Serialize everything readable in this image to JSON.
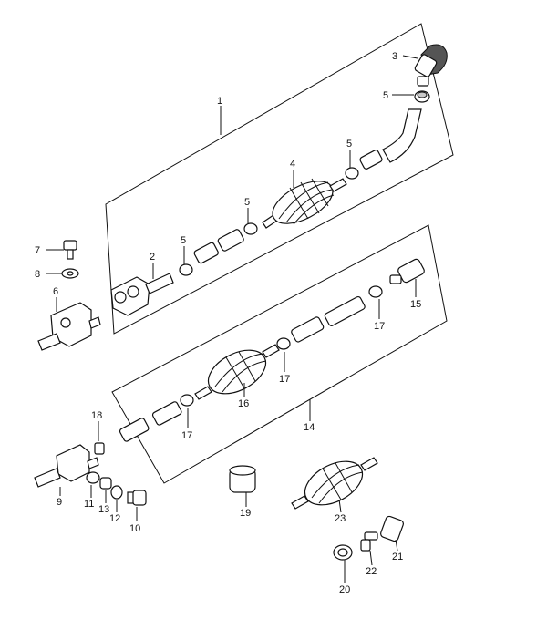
{
  "diagram": {
    "labels": {
      "p1": "1",
      "p2": "2",
      "p3": "3",
      "p4": "4",
      "p5a": "5",
      "p5b": "5",
      "p5c": "5",
      "p5d": "5",
      "p6": "6",
      "p7": "7",
      "p8": "8",
      "p9": "9",
      "p10": "10",
      "p11": "11",
      "p12": "12",
      "p13": "13",
      "p14": "14",
      "p15": "15",
      "p16": "16",
      "p17a": "17",
      "p17b": "17",
      "p17c": "17",
      "p18": "18",
      "p19": "19",
      "p20": "20",
      "p21": "21",
      "p22": "22",
      "p23": "23"
    }
  }
}
